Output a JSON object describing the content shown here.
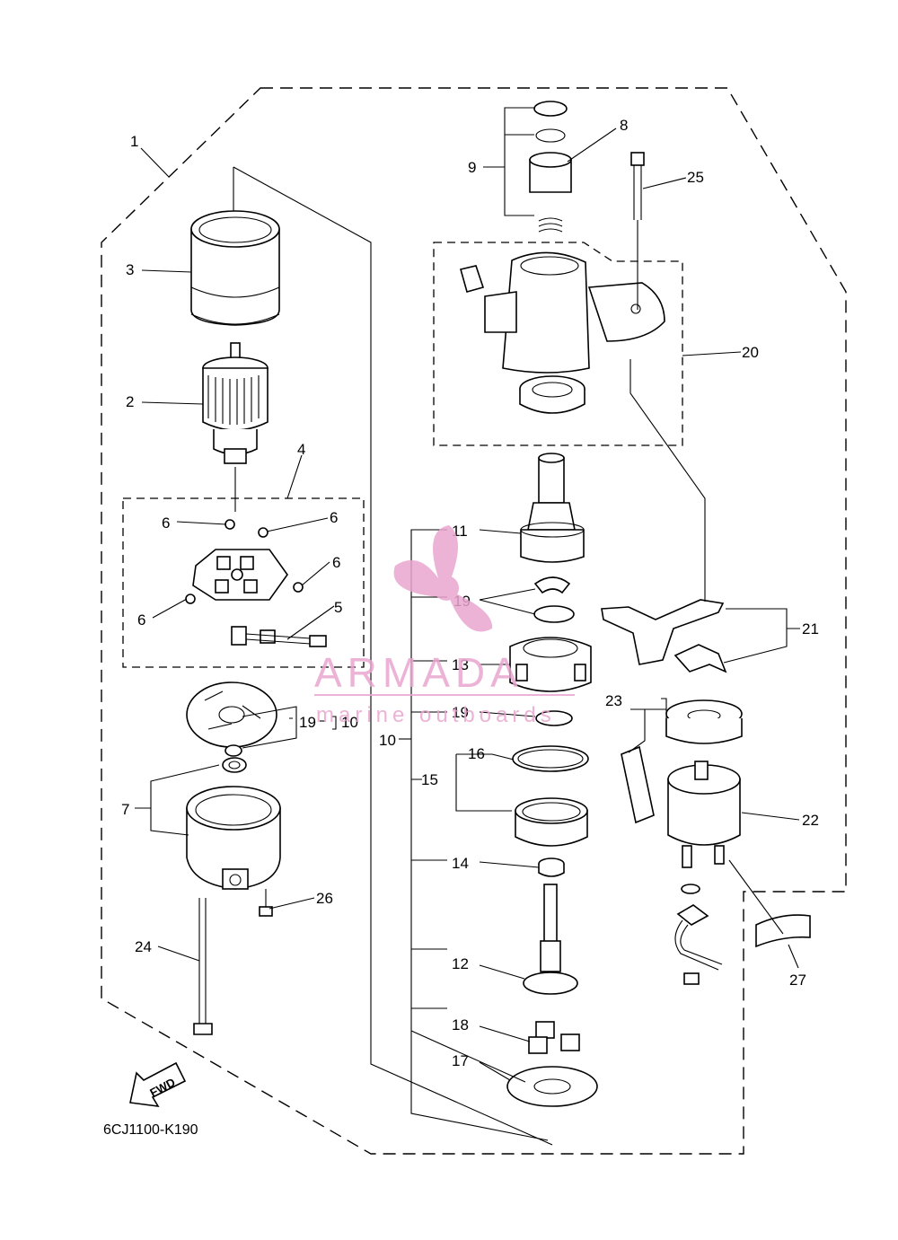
{
  "diagram": {
    "code": "6CJ1100-K190",
    "fwd_label": "FWD",
    "callouts": {
      "c1": "1",
      "c2": "2",
      "c3": "3",
      "c4": "4",
      "c5": "5",
      "c6a": "6",
      "c6b": "6",
      "c6c": "6",
      "c6d": "6",
      "c7": "7",
      "c8": "8",
      "c9": "9",
      "c10a": "10",
      "c10b": "10",
      "c11": "11",
      "c12": "12",
      "c13": "13",
      "c14": "14",
      "c15": "15",
      "c16": "16",
      "c17": "17",
      "c18": "18",
      "c19a": "19",
      "c19b": "19",
      "c19c": "19",
      "c20": "20",
      "c21": "21",
      "c22": "22",
      "c23": "23",
      "c24": "24",
      "c25": "25",
      "c26": "26",
      "c27": "27"
    }
  },
  "watermark": {
    "title": "ARMADA",
    "subtitle": "marine outboards",
    "color": "#e9a6cf"
  }
}
